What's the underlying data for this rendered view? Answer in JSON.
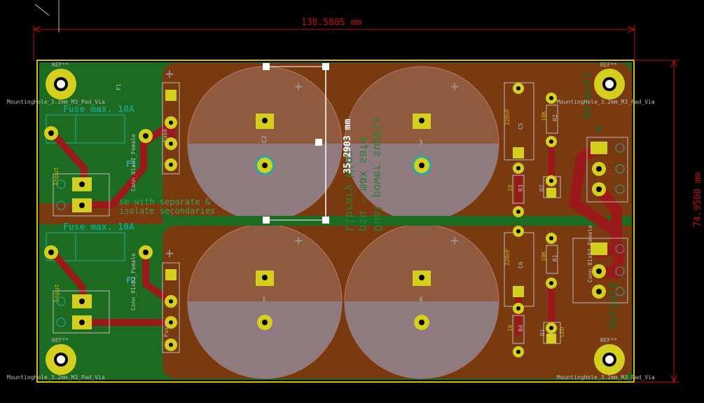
{
  "dimensions": {
    "width_label": "138.5805 mm",
    "height_label": "74.9500 mm",
    "selection_label": "35.2903 mm"
  },
  "mounting_holes": {
    "ref": "REF**",
    "label": "MountingHole_3.2mm_M3_Pad_Via"
  },
  "fuses": {
    "f1_text": "Fuse max. 10A",
    "f2_text": "Fuse max. 10A",
    "f1_ref": "F1",
    "f2_ref": "F2",
    "f1_silk": "F1"
  },
  "connectors": {
    "input_label": "Input",
    "conn_label": "Conn_01x02_Female",
    "j1": "J1",
    "j2": "J2",
    "fuse_conn": "Fuse",
    "output1": "Output1",
    "output2": "Output2",
    "out_conn_label": "Conn_01x03_Female",
    "out_conn_short": "Conn_01x03_Female"
  },
  "notes": {
    "separate_line1": "se with separate &",
    "separate_line2": "isolate secondaries",
    "mirrored_1": "Library Wins",
    "mirrored_2": "psu - max safe",
    "mirrored_3": "Dual power supply"
  },
  "components": {
    "c5_value": "220nF",
    "c6_value": "220nF",
    "c5": "C5",
    "c6": "C6",
    "r1": "R1",
    "r2": "R2",
    "r3": "R3",
    "r4": "R4",
    "r_10k": "10K",
    "r_10": "10",
    "d1": "D1",
    "d2": "D2",
    "led": "LED",
    "c2": "C2",
    "c3": "3",
    "c4": "4",
    "c1": "1"
  },
  "colors": {
    "background": "#000000",
    "board_edge": "#d8c200",
    "copper_back": "#7a3a10",
    "copper_front": "#1c6b20",
    "trace": "#9a1a1a",
    "pad": "#d4cf1e",
    "silk": "#cccccc",
    "dimension": "#c01010",
    "via": "#2aa8a0"
  }
}
